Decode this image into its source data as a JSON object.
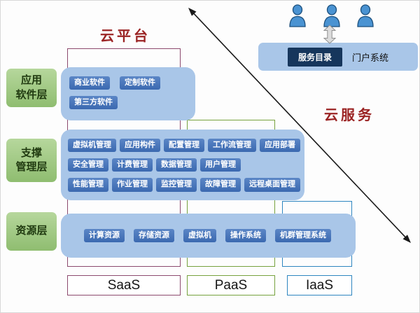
{
  "titles": {
    "platform": "云平台",
    "service": "云服务"
  },
  "portal": {
    "catalog": "服务目录",
    "system": "门户系统"
  },
  "layers": {
    "labels": [
      "应用\n软件层",
      "支撑\n管理层",
      "资源层"
    ]
  },
  "application_nodes": [
    "商业软件",
    "定制软件",
    "第三方软件"
  ],
  "management_rows": [
    [
      "虚拟机管理",
      "应用构件",
      "配置管理",
      "工作流管理",
      "应用部署"
    ],
    [
      "安全管理",
      "计费管理",
      "数据管理",
      "用户管理"
    ],
    [
      "性能管理",
      "作业管理",
      "监控管理",
      "故障管理",
      "远程桌面管理"
    ]
  ],
  "resource_nodes": [
    "计算资源",
    "存储资源",
    "虚拟机",
    "操作系统",
    "机群管理系统"
  ],
  "service_models": [
    "SaaS",
    "PaaS",
    "IaaS"
  ],
  "colors": {
    "title": "#9b2424",
    "panel_bg": "#a9c6e8",
    "node_bg": "#3b69b0",
    "catalog_bg": "#16365c",
    "layer_label_bg": "#9cc67f",
    "saas_outline": "#8c4a6e",
    "paas_outline": "#76a23e",
    "iaas_outline": "#2e86c0",
    "user_icon": "#4a93d2"
  }
}
